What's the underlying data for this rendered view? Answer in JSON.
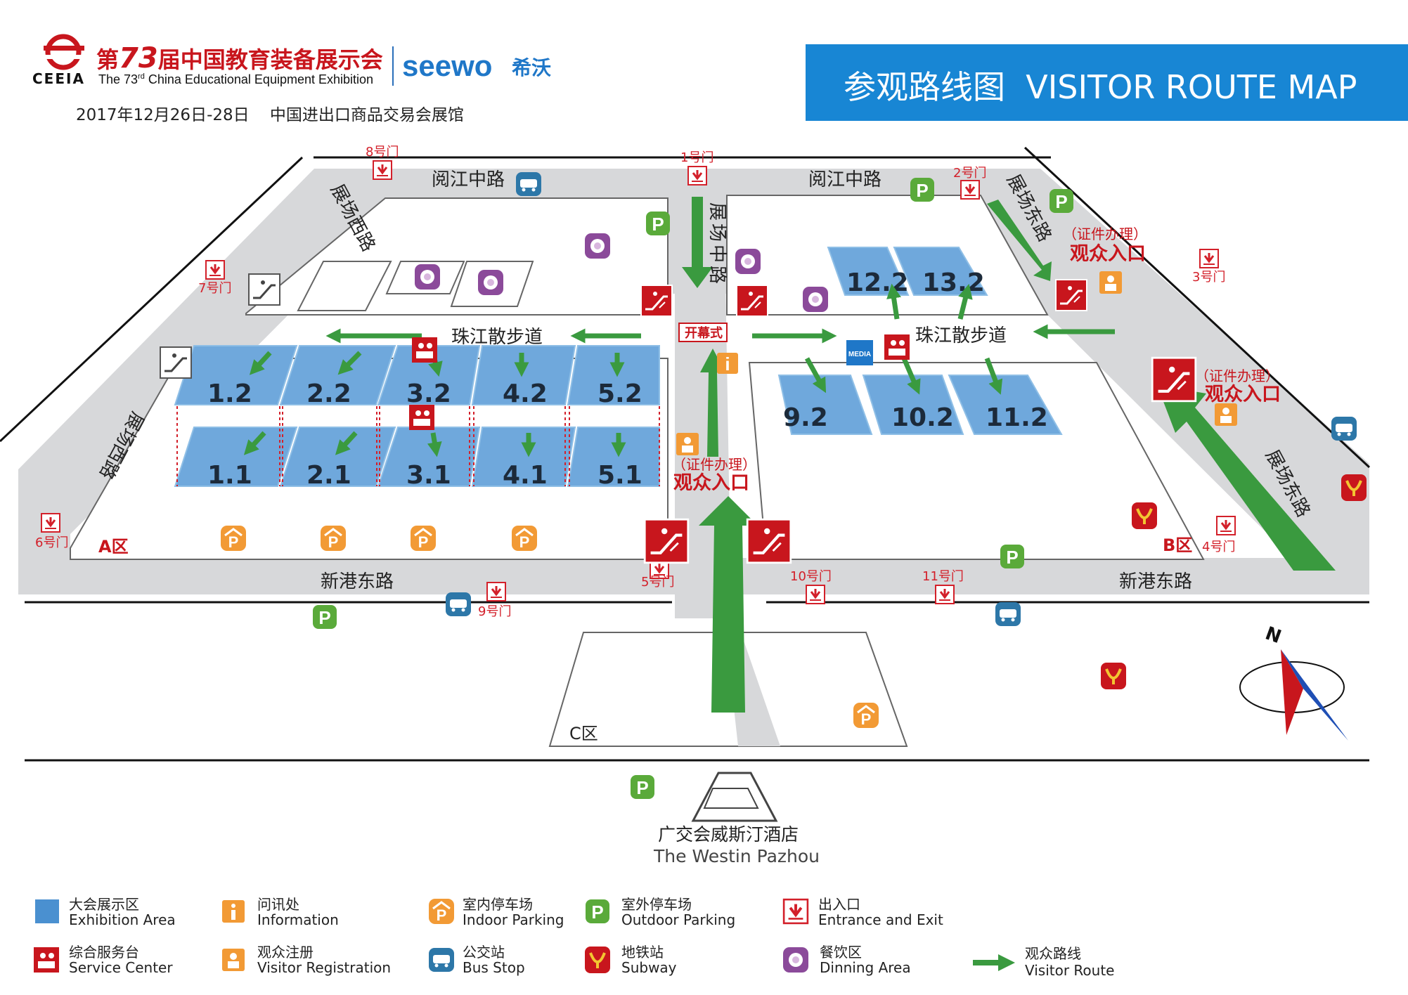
{
  "header": {
    "logo_initials": "CEEIA",
    "title_cn_prefix": "第",
    "title_cn_number": "73",
    "title_cn_suffix": "届中国教育装备展示会",
    "title_en_prefix": "The 73",
    "title_en_sup": "rd",
    "title_en_suffix": " China Educational Equipment Exhibition",
    "sponsor_logo": "seewo",
    "sponsor_cn": "希沃",
    "date_venue": "2017年12月26日-28日    中国进出口商品交易会展馆",
    "banner_title": "参观路线图  VISITOR ROUTE MAP",
    "banner_color": "#1886d4"
  },
  "roads": {
    "yuejiang_w": "阅江中路",
    "yuejiang_e": "阅江中路",
    "zhanchang_xi_top": "展场西路",
    "zhanchang_xi_bottom": "展场西路",
    "zhanchang_zhong": "展场中路",
    "zhanchang_dong_top": "展场东路",
    "zhanchang_dong_bottom": "展场东路",
    "zhujiang_w": "珠江散步道",
    "zhujiang_e": "珠江散步道",
    "xingang_w": "新港东路",
    "xingang_e": "新港东路"
  },
  "gates": {
    "g1": "1号门",
    "g2": "2号门",
    "g3": "3号门",
    "g4": "4号门",
    "g5": "5号门",
    "g6": "6号门",
    "g7": "7号门",
    "g8": "8号门",
    "g9": "9号门",
    "g10": "10号门",
    "g11": "11号门"
  },
  "halls": {
    "h1_2": "1.2",
    "h2_2": "2.2",
    "h3_2": "3.2",
    "h4_2": "4.2",
    "h5_2": "5.2",
    "h1_1": "1.1",
    "h2_1": "2.1",
    "h3_1": "3.1",
    "h4_1": "4.1",
    "h5_1": "5.1",
    "h9_2": "9.2",
    "h10_2": "10.2",
    "h11_2": "11.2",
    "h12_2": "12.2",
    "h13_2": "13.2"
  },
  "areas": {
    "a": "A区",
    "b": "B区",
    "c": "C区"
  },
  "labels": {
    "opening": "开幕式",
    "cert_center": "（证件办理）",
    "entrance_center": "观众入口",
    "cert_ne": "（证件办理）",
    "entrance_ne": "观众入口",
    "cert_e": "（证件办理）",
    "entrance_e": "观众入口",
    "media": "MEDIA",
    "info": "i",
    "hotel_cn": "广交会威斯汀酒店",
    "hotel_en": "The Westin Pazhou",
    "north": "N"
  },
  "legend": [
    {
      "icon": "exhibition-area",
      "cn": "大会展示区",
      "en": "Exhibition Area"
    },
    {
      "icon": "information",
      "cn": "问讯处",
      "en": "Information"
    },
    {
      "icon": "indoor-parking",
      "cn": "室内停车场",
      "en": "Indoor Parking"
    },
    {
      "icon": "outdoor-parking",
      "cn": "室外停车场",
      "en": "Outdoor Parking"
    },
    {
      "icon": "entrance-exit",
      "cn": "出入口",
      "en": "Entrance and Exit"
    },
    {
      "icon": "service-center",
      "cn": "综合服务台",
      "en": "Service Center"
    },
    {
      "icon": "visitor-registration",
      "cn": "观众注册",
      "en": "Visitor Registration"
    },
    {
      "icon": "bus-stop",
      "cn": "公交站",
      "en": "Bus Stop"
    },
    {
      "icon": "subway",
      "cn": "地铁站",
      "en": "Subway"
    },
    {
      "icon": "dining-area",
      "cn": "餐饮区",
      "en": "Dinning Area"
    },
    {
      "icon": "visitor-route",
      "cn": "观众路线",
      "en": "Visitor Route"
    }
  ],
  "colors": {
    "hall": "#6fa8dc",
    "road": "#d7d8da",
    "route": "#3a9a3f",
    "red": "#c8161d",
    "parking_green": "#5aaa3a",
    "parking_orange": "#f29a35",
    "bus": "#2d77a8",
    "dining": "#8b4a9a"
  }
}
